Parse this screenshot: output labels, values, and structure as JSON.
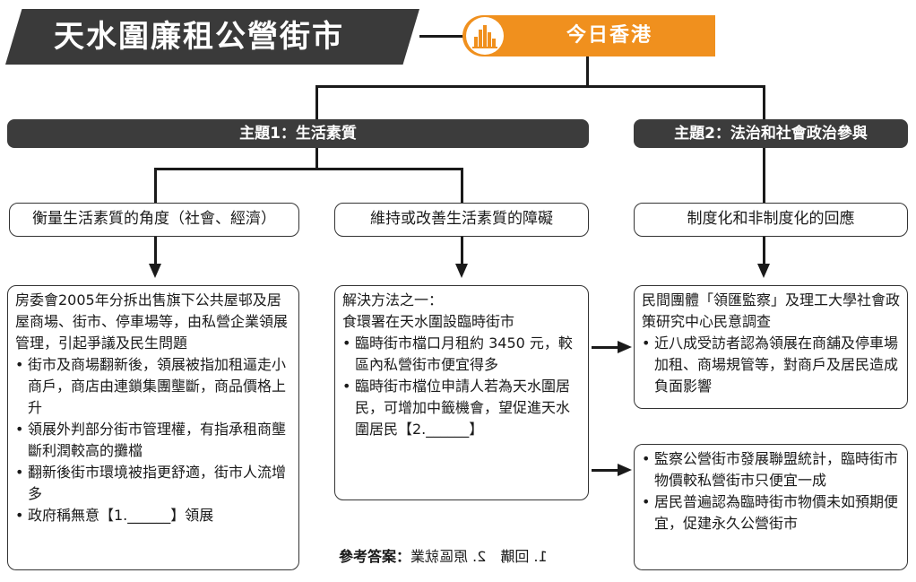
{
  "header": {
    "title": "天水圍廉租公營街市",
    "badge_label": "今日香港"
  },
  "themes": [
    {
      "label": "主題1：生活素質"
    },
    {
      "label": "主題2：法治和社會政治參與"
    }
  ],
  "subheadings": [
    {
      "label": "衡量生活素質的角度（社會、經濟）"
    },
    {
      "label": "維持或改善生活素質的障礙"
    },
    {
      "label": "制度化和非制度化的回應"
    }
  ],
  "box_left": {
    "intro": "房委會2005年分拆出售旗下公共屋邨及居屋商場、街市、停車場等，由私營企業領展管理，引起爭議及民生問題",
    "bullets": [
      "街市及商場翻新後，領展被指加租逼走小商戶，商店由連鎖集團壟斷，商品價格上升",
      "領展外判部分街市管理權，有指承租商壟斷利潤較高的攤檔",
      "翻新後街市環境被指更舒適，街市人流增多",
      "政府稱無意【1.______】領展"
    ]
  },
  "box_middle": {
    "heading1": "解決方法之一：",
    "heading2": "食環署在天水圍設臨時街市",
    "bullets": [
      "臨時街市檔口月租約 3450 元，較區內私營街市便宜得多",
      "臨時街市檔位申請人若為天水圍居民，可增加中籤機會，望促進天水圍居民【2.______】"
    ]
  },
  "box_right_top": {
    "heading": "民間團體「領匯監察」及理工大學社會政策研究中心民意調查",
    "bullets": [
      "近八成受訪者認為領展在商舖及停車場加租、商場規管等，對商戶及居民造成負面影響"
    ]
  },
  "box_right_bottom": {
    "bullets": [
      "監察公營街市發展聯盟統計，臨時街市物價較私營街市只便宜一成",
      "居民普遍認為臨時街市物價未如預期便宜，促建永久公營街市"
    ]
  },
  "answer": {
    "label": "參考答案：",
    "mirrored": "1. 回購　2. 原區就業"
  },
  "colors": {
    "dark": "#3c3c3c",
    "accent": "#f0901e",
    "line": "#1a1a1a"
  }
}
